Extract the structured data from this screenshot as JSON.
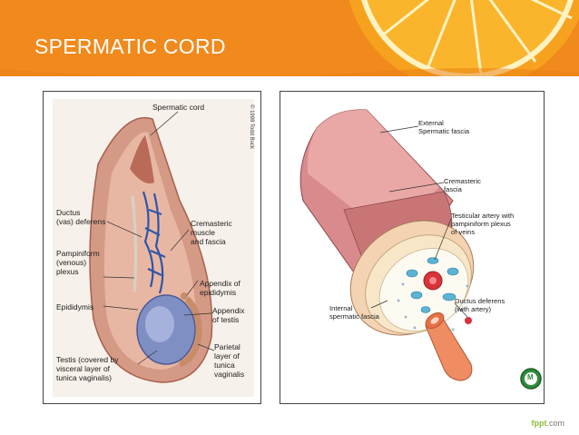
{
  "slide": {
    "title": "SPERMATIC CORD",
    "footer_brand": "fppt",
    "footer_suffix": ".com"
  },
  "left_figure": {
    "copyright": "© 1998 Todd Buck",
    "labels": {
      "spermatic_cord": "Spermatic cord",
      "ductus": "Ductus\n(vas) deferens",
      "pampiniform": "Pampiniform\n(venous)\nplexus",
      "epididymis": "Epididymis",
      "testis": "Testis (covered by\nvisceral layer of\ntunica vaginalis)",
      "cremasteric": "Cremasteric\nmuscle\nand fascia",
      "appendix_epididymis": "Appendix of\nepididymis",
      "appendix_testis": "Appendix\nof testis",
      "parietal": "Parietal\nlayer of\ntunica\nvaginalis"
    }
  },
  "right_figure": {
    "logo_letter": "M",
    "labels": {
      "external_fascia": "External\nSpermatic fascia",
      "cremasteric_fascia": "Cremasteric\nfascia",
      "testicular_artery": "Testicular artery with\npampiniform plexus\nof veins",
      "ductus_deferens": "Ductus deferens\n(with artery)",
      "internal_fascia": "Internal\nspermatic fascia"
    }
  },
  "colors": {
    "header_orange": "#f08a1c",
    "orange_peel": "#f7a21e",
    "orange_pith": "#fff3c4"
  }
}
